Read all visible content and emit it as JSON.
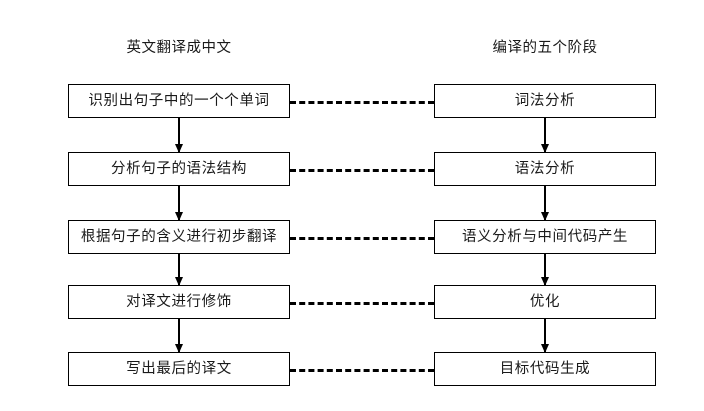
{
  "diagram": {
    "type": "two-column-flowchart",
    "background_color": "#ffffff",
    "line_color": "#000000",
    "text_color": "#1a1a1a",
    "columns": [
      {
        "id": "left",
        "header": "英文翻译成中文",
        "steps": [
          "识别出句子中的一个个单词",
          "分析句子的语法结构",
          "根据句子的含义进行初步翻译",
          "对译文进行修饰",
          "写出最后的译文"
        ]
      },
      {
        "id": "right",
        "header": "编译的五个阶段",
        "steps": [
          "词法分析",
          "语法分析",
          "语义分析与中间代码产生",
          "优化",
          "目标代码生成"
        ]
      }
    ],
    "cross_links": [
      {
        "from": "识别出句子中的一个个单词",
        "to": "词法分析",
        "style": "dashed"
      },
      {
        "from": "分析句子的语法结构",
        "to": "语法分析",
        "style": "dashed"
      },
      {
        "from": "根据句子的含义进行初步翻译",
        "to": "语义分析与中间代码产生",
        "style": "dashed"
      },
      {
        "from": "对译文进行修饰",
        "to": "优化",
        "style": "dashed"
      },
      {
        "from": "写出最后的译文",
        "to": "目标代码生成",
        "style": "dashed"
      }
    ],
    "flow_arrows": [
      {
        "column": "left",
        "from": "识别出句子中的一个个单词",
        "to": "分析句子的语法结构"
      },
      {
        "column": "left",
        "from": "分析句子的语法结构",
        "to": "根据句子的含义进行初步翻译"
      },
      {
        "column": "left",
        "from": "根据句子的含义进行初步翻译",
        "to": "对译文进行修饰"
      },
      {
        "column": "left",
        "from": "对译文进行修饰",
        "to": "写出最后的译文"
      },
      {
        "column": "right",
        "from": "词法分析",
        "to": "语法分析"
      },
      {
        "column": "right",
        "from": "语法分析",
        "to": "语义分析与中间代码产生"
      },
      {
        "column": "right",
        "from": "语义分析与中间代码产生",
        "to": "优化"
      },
      {
        "column": "right",
        "from": "优化",
        "to": "目标代码生成"
      }
    ]
  }
}
